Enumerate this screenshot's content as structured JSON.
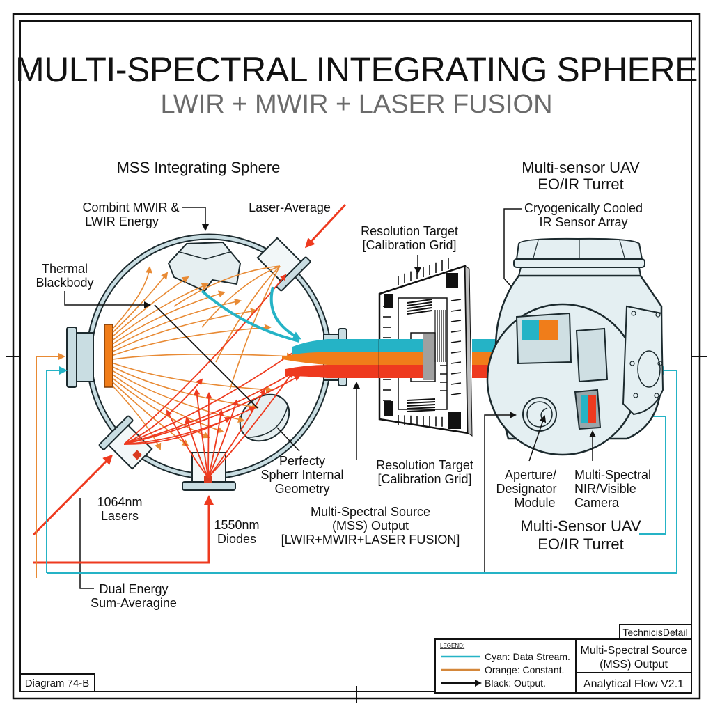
{
  "header": {
    "title": "MULTI-SPECTRAL INTEGRATING SPHERE",
    "subtitle": "LWIR + MWIR + LASER FUSION"
  },
  "colors": {
    "cyan": "#25b3c6",
    "orange": "#f07d1a",
    "red": "#ee3a1f",
    "sphere_shell": "#c9dde2",
    "outline": "#1c2a2e",
    "turret_fill": "#e4eff2"
  },
  "sphere": {
    "heading": "MSS Integrating Sphere",
    "labels": {
      "combined_energy": [
        "Combint MWIR &",
        "LWIR Energy"
      ],
      "laser_average": "Laser-Average",
      "thermal_blackbody": [
        "Thermal",
        "Blackbody"
      ],
      "internal_geometry": [
        "Perfecty",
        "Spherr Internal",
        "Geometry"
      ],
      "lasers_1064": [
        "1064nm",
        "Lasers"
      ],
      "diodes_1550": [
        "1550nm",
        "Diodes"
      ],
      "dual_energy": [
        "Dual Energy",
        "Sum-Averagine"
      ]
    }
  },
  "target": {
    "label_top": [
      "Resolution Target",
      "[Calibration Grid]"
    ],
    "label_bottom": [
      "Resolution Target",
      "[Calibration Grid]"
    ]
  },
  "output": {
    "label": [
      "Multi-Spectral Source",
      "(MSS) Output",
      "[LWIR+MWIR+LASER FUSION]"
    ]
  },
  "turret": {
    "heading": [
      "Multi-sensor UAV",
      "EO/IR Turret"
    ],
    "sensor_array": [
      "Cryogenically Cooled",
      "IR Sensor Array"
    ],
    "aperture": [
      "Aperture/",
      "Designator",
      "Module"
    ],
    "camera": [
      "Multi-Spectral",
      "NIR/Visible",
      "Camera"
    ],
    "footer_heading": [
      "Multi-Sensor UAV",
      "EO/IR Turret"
    ]
  },
  "legend": {
    "heading": "LEGEND:",
    "items": [
      {
        "label": "Cyan: Data Stream.",
        "color": "#25b3c6",
        "type": "line"
      },
      {
        "label": "Orange: Constant.",
        "color": "#d4873a",
        "type": "line"
      },
      {
        "label": "Black: Output.",
        "color": "#111111",
        "type": "arrow"
      }
    ]
  },
  "title_block": {
    "detail": "TechnicisDetail",
    "name": [
      "Multi-Spectral Source",
      "(MSS) Output"
    ],
    "version": "Analytical Flow V2.1"
  },
  "diagram_id": "Diagram 74-B"
}
